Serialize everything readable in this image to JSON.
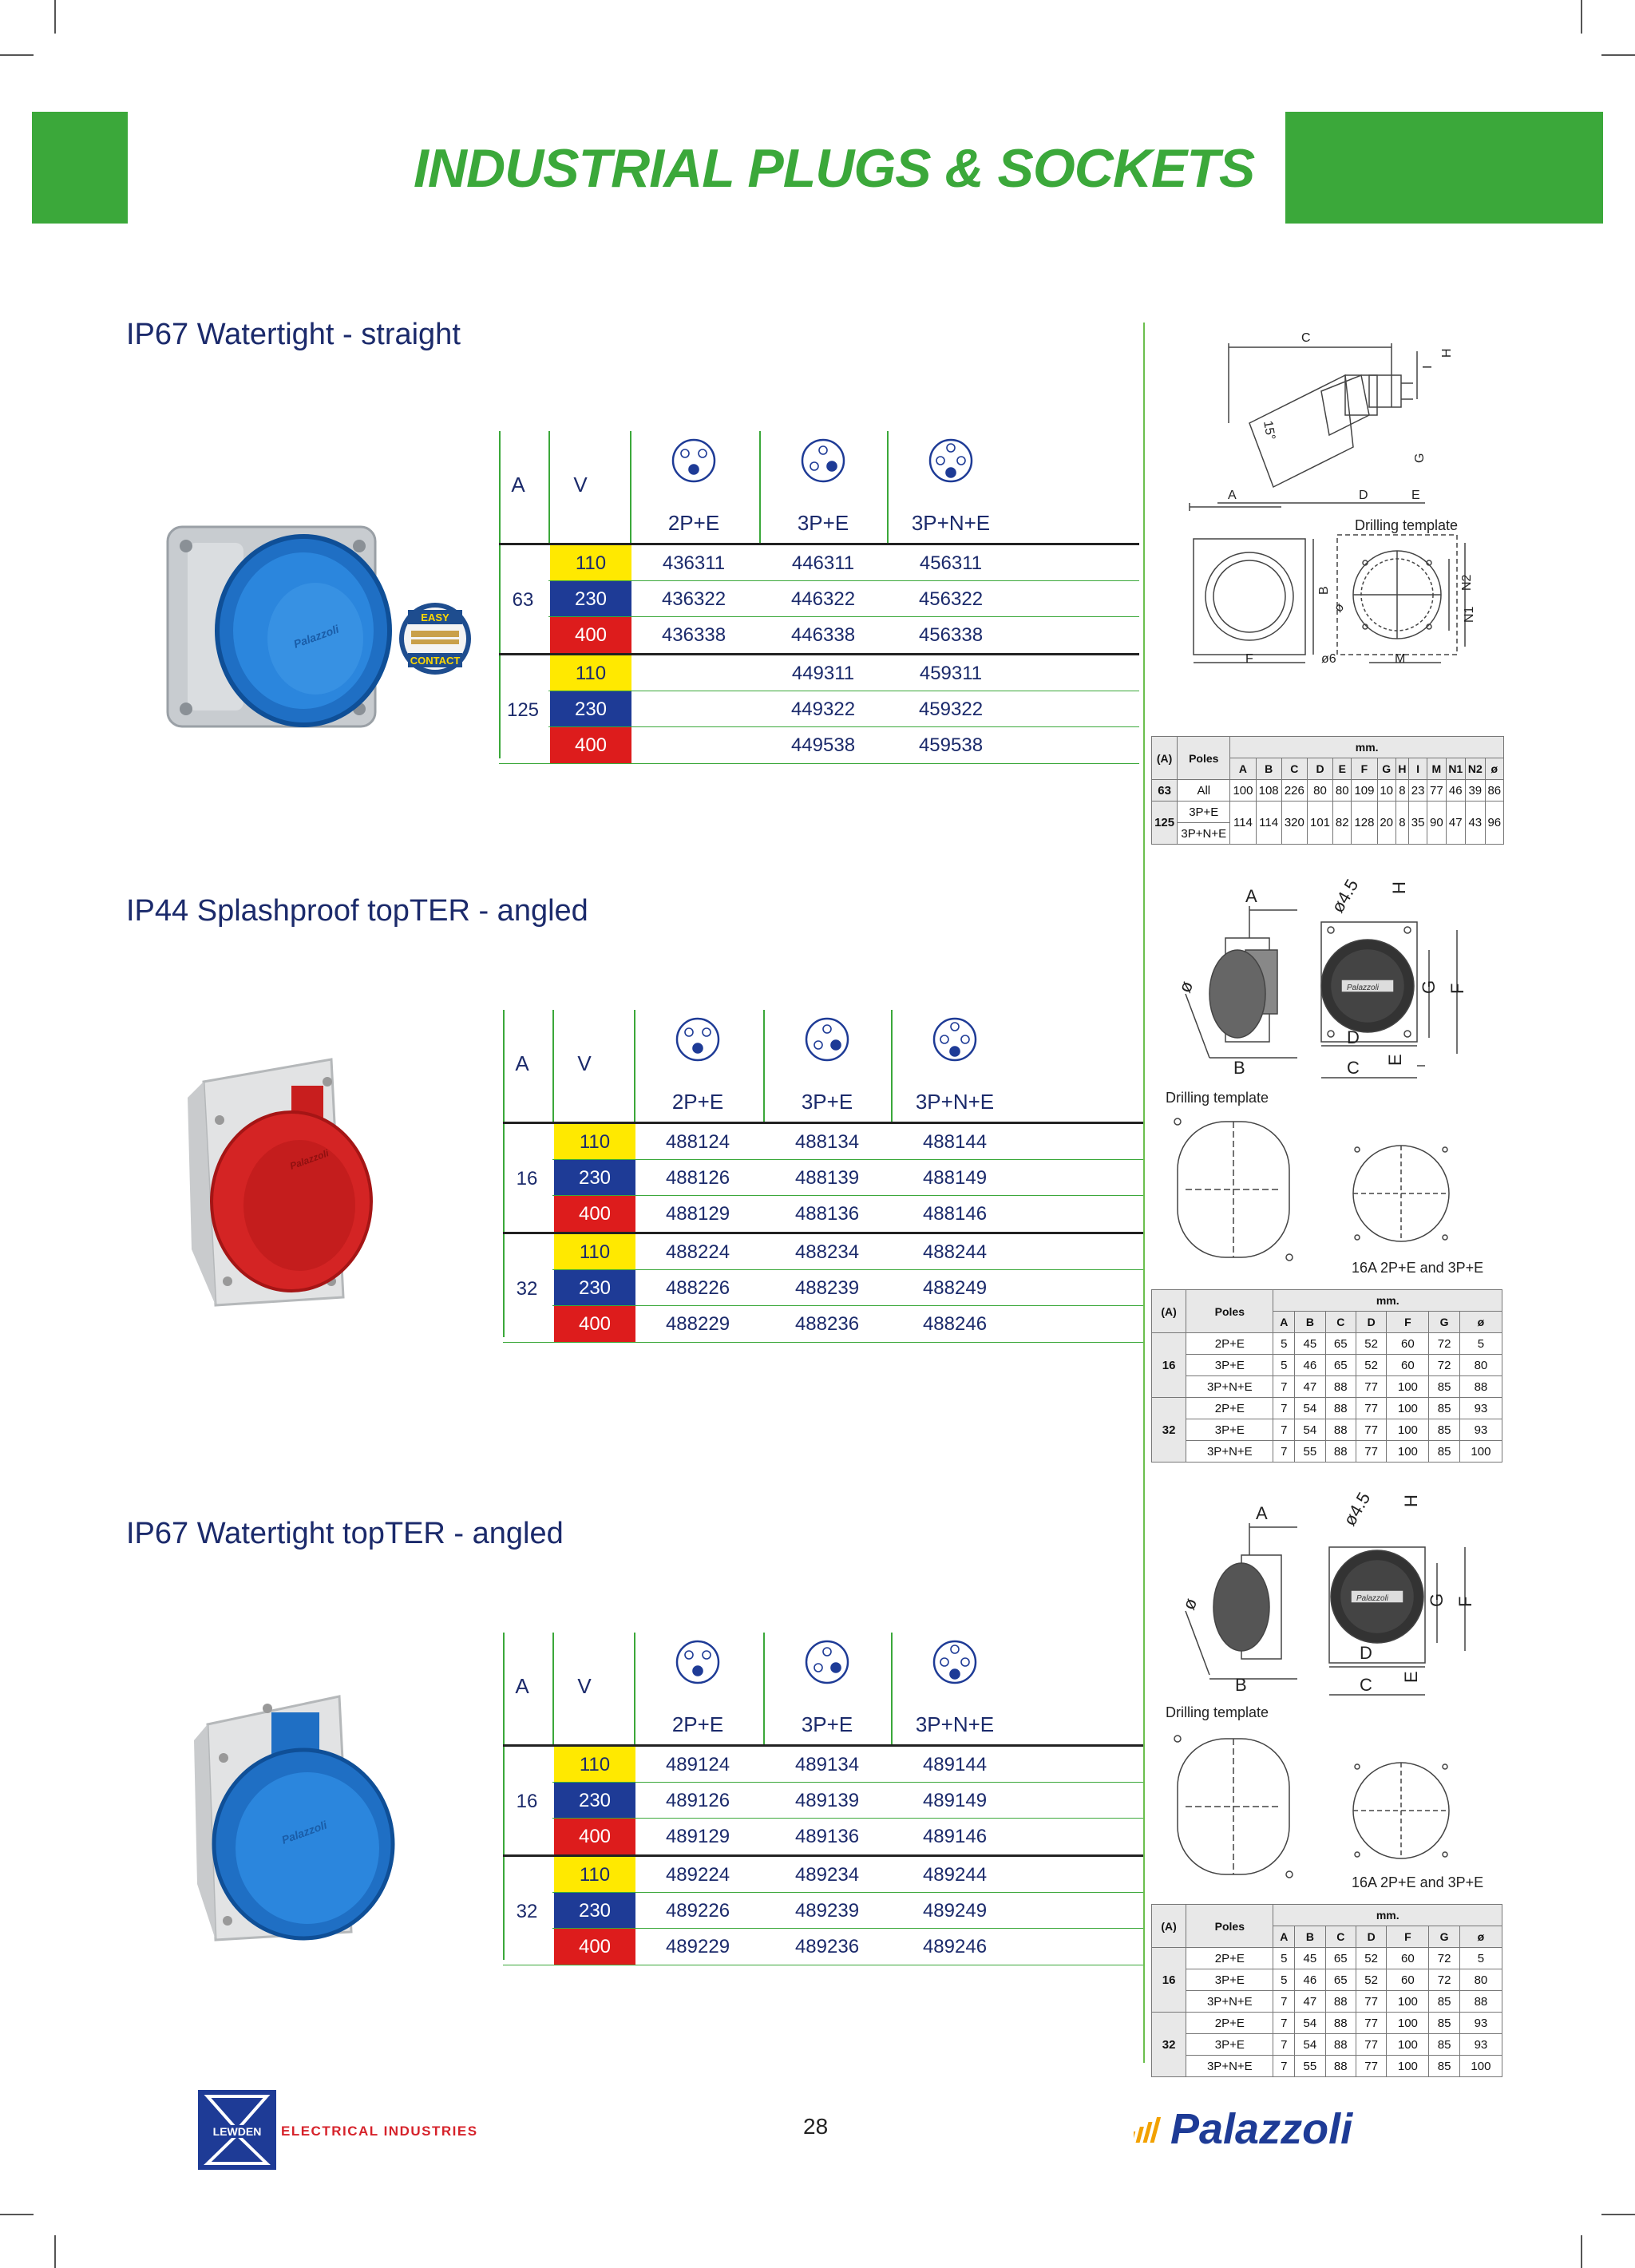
{
  "header": {
    "title": "INDUSTRIAL PLUGS & SOCKETS"
  },
  "colors": {
    "green": "#3ba83a",
    "navy": "#1b2a6b",
    "v110": "#ffe900",
    "v230": "#1e3b96",
    "v400": "#dd1c1c"
  },
  "sections": [
    {
      "title": "IP67 Watertight - straight",
      "col_a": "A",
      "col_v": "V",
      "poles": [
        "2P+E",
        "3P+E",
        "3P+N+E"
      ],
      "groups": [
        {
          "amps": "63",
          "rows": [
            {
              "v": "110",
              "c": [
                "436311",
                "446311",
                "456311"
              ]
            },
            {
              "v": "230",
              "c": [
                "436322",
                "446322",
                "456322"
              ]
            },
            {
              "v": "400",
              "c": [
                "436338",
                "446338",
                "456338"
              ]
            }
          ]
        },
        {
          "amps": "125",
          "rows": [
            {
              "v": "110",
              "c": [
                "",
                "449311",
                "459311"
              ]
            },
            {
              "v": "230",
              "c": [
                "",
                "449322",
                "459322"
              ]
            },
            {
              "v": "400",
              "c": [
                "",
                "449538",
                "459538"
              ]
            }
          ]
        }
      ],
      "badge": {
        "line1": "EASY",
        "line2": "CONTACT"
      },
      "drawing": {
        "drilling_label": "Drilling template",
        "labels": [
          "C",
          "H",
          "15°",
          "G",
          "A",
          "D",
          "E",
          "B",
          "ø",
          "N2",
          "N1",
          "F",
          "ø6",
          "M"
        ]
      },
      "dims": {
        "unit": "mm.",
        "amp_hdr": "(A)",
        "poles_hdr": "Poles",
        "cols": [
          "A",
          "B",
          "C",
          "D",
          "E",
          "F",
          "G",
          "H",
          "I",
          "M",
          "N1",
          "N2",
          "ø"
        ],
        "rows": [
          {
            "amps": "63",
            "poles": [
              "All"
            ],
            "vals": [
              "100",
              "108",
              "226",
              "80",
              "80",
              "109",
              "10",
              "8",
              "23",
              "77",
              "46",
              "39",
              "86"
            ]
          },
          {
            "amps": "125",
            "poles": [
              "3P+E",
              "3P+N+E"
            ],
            "vals": [
              "114",
              "114",
              "320",
              "101",
              "82",
              "128",
              "20",
              "8",
              "35",
              "90",
              "47",
              "43",
              "96"
            ]
          }
        ]
      }
    },
    {
      "title": "IP44 Splashproof topTER - angled",
      "col_a": "A",
      "col_v": "V",
      "poles": [
        "2P+E",
        "3P+E",
        "3P+N+E"
      ],
      "groups": [
        {
          "amps": "16",
          "rows": [
            {
              "v": "110",
              "c": [
                "488124",
                "488134",
                "488144"
              ]
            },
            {
              "v": "230",
              "c": [
                "488126",
                "488139",
                "488149"
              ]
            },
            {
              "v": "400",
              "c": [
                "488129",
                "488136",
                "488146"
              ]
            }
          ]
        },
        {
          "amps": "32",
          "rows": [
            {
              "v": "110",
              "c": [
                "488224",
                "488234",
                "488244"
              ]
            },
            {
              "v": "230",
              "c": [
                "488226",
                "488239",
                "488249"
              ]
            },
            {
              "v": "400",
              "c": [
                "488229",
                "488236",
                "488246"
              ]
            }
          ]
        }
      ],
      "drawing": {
        "drilling_label": "Drilling template",
        "template_label": "16A 2P+E and 3P+E",
        "labels": [
          "A",
          "ø4.5",
          "H",
          "ø",
          "G",
          "F",
          "D",
          "B",
          "C",
          "E"
        ],
        "brand": "Palazzoli"
      },
      "dims": {
        "unit": "mm.",
        "amp_hdr": "(A)",
        "poles_hdr": "Poles",
        "cols": [
          "A",
          "B",
          "C",
          "D",
          "F",
          "G",
          "ø"
        ],
        "groups": [
          {
            "amps": "16",
            "rows": [
              {
                "poles": "2P+E",
                "vals": [
                  "5",
                  "45",
                  "65",
                  "52",
                  "60",
                  "72",
                  "5"
                ]
              },
              {
                "poles": "3P+E",
                "vals": [
                  "5",
                  "46",
                  "65",
                  "52",
                  "60",
                  "72",
                  "80"
                ]
              },
              {
                "poles": "3P+N+E",
                "vals": [
                  "7",
                  "47",
                  "88",
                  "77",
                  "100",
                  "85",
                  "88"
                ]
              }
            ]
          },
          {
            "amps": "32",
            "rows": [
              {
                "poles": "2P+E",
                "vals": [
                  "7",
                  "54",
                  "88",
                  "77",
                  "100",
                  "85",
                  "93"
                ]
              },
              {
                "poles": "3P+E",
                "vals": [
                  "7",
                  "54",
                  "88",
                  "77",
                  "100",
                  "85",
                  "93"
                ]
              },
              {
                "poles": "3P+N+E",
                "vals": [
                  "7",
                  "55",
                  "88",
                  "77",
                  "100",
                  "85",
                  "100"
                ]
              }
            ]
          }
        ]
      }
    },
    {
      "title": "IP67 Watertight topTER - angled",
      "col_a": "A",
      "col_v": "V",
      "poles": [
        "2P+E",
        "3P+E",
        "3P+N+E"
      ],
      "groups": [
        {
          "amps": "16",
          "rows": [
            {
              "v": "110",
              "c": [
                "489124",
                "489134",
                "489144"
              ]
            },
            {
              "v": "230",
              "c": [
                "489126",
                "489139",
                "489149"
              ]
            },
            {
              "v": "400",
              "c": [
                "489129",
                "489136",
                "489146"
              ]
            }
          ]
        },
        {
          "amps": "32",
          "rows": [
            {
              "v": "110",
              "c": [
                "489224",
                "489234",
                "489244"
              ]
            },
            {
              "v": "230",
              "c": [
                "489226",
                "489239",
                "489249"
              ]
            },
            {
              "v": "400",
              "c": [
                "489229",
                "489236",
                "489246"
              ]
            }
          ]
        }
      ],
      "drawing": {
        "drilling_label": "Drilling template",
        "template_label": "16A 2P+E and 3P+E",
        "labels": [
          "A",
          "ø4.5",
          "H",
          "ø",
          "G",
          "F",
          "D",
          "B",
          "C",
          "E"
        ],
        "brand": "Palazzoli"
      },
      "dims": {
        "unit": "mm.",
        "amp_hdr": "(A)",
        "poles_hdr": "Poles",
        "cols": [
          "A",
          "B",
          "C",
          "D",
          "F",
          "G",
          "ø"
        ],
        "groups": [
          {
            "amps": "16",
            "rows": [
              {
                "poles": "2P+E",
                "vals": [
                  "5",
                  "45",
                  "65",
                  "52",
                  "60",
                  "72",
                  "5"
                ]
              },
              {
                "poles": "3P+E",
                "vals": [
                  "5",
                  "46",
                  "65",
                  "52",
                  "60",
                  "72",
                  "80"
                ]
              },
              {
                "poles": "3P+N+E",
                "vals": [
                  "7",
                  "47",
                  "88",
                  "77",
                  "100",
                  "85",
                  "88"
                ]
              }
            ]
          },
          {
            "amps": "32",
            "rows": [
              {
                "poles": "2P+E",
                "vals": [
                  "7",
                  "54",
                  "88",
                  "77",
                  "100",
                  "85",
                  "93"
                ]
              },
              {
                "poles": "3P+E",
                "vals": [
                  "7",
                  "54",
                  "88",
                  "77",
                  "100",
                  "85",
                  "93"
                ]
              },
              {
                "poles": "3P+N+E",
                "vals": [
                  "7",
                  "55",
                  "88",
                  "77",
                  "100",
                  "85",
                  "100"
                ]
              }
            ]
          }
        ]
      }
    }
  ],
  "footer": {
    "page_number": "28",
    "left_logo": {
      "mark": "LEWDEN",
      "text": "ELECTRICAL INDUSTRIES"
    },
    "right_logo": {
      "text": "Palazzoli"
    }
  }
}
